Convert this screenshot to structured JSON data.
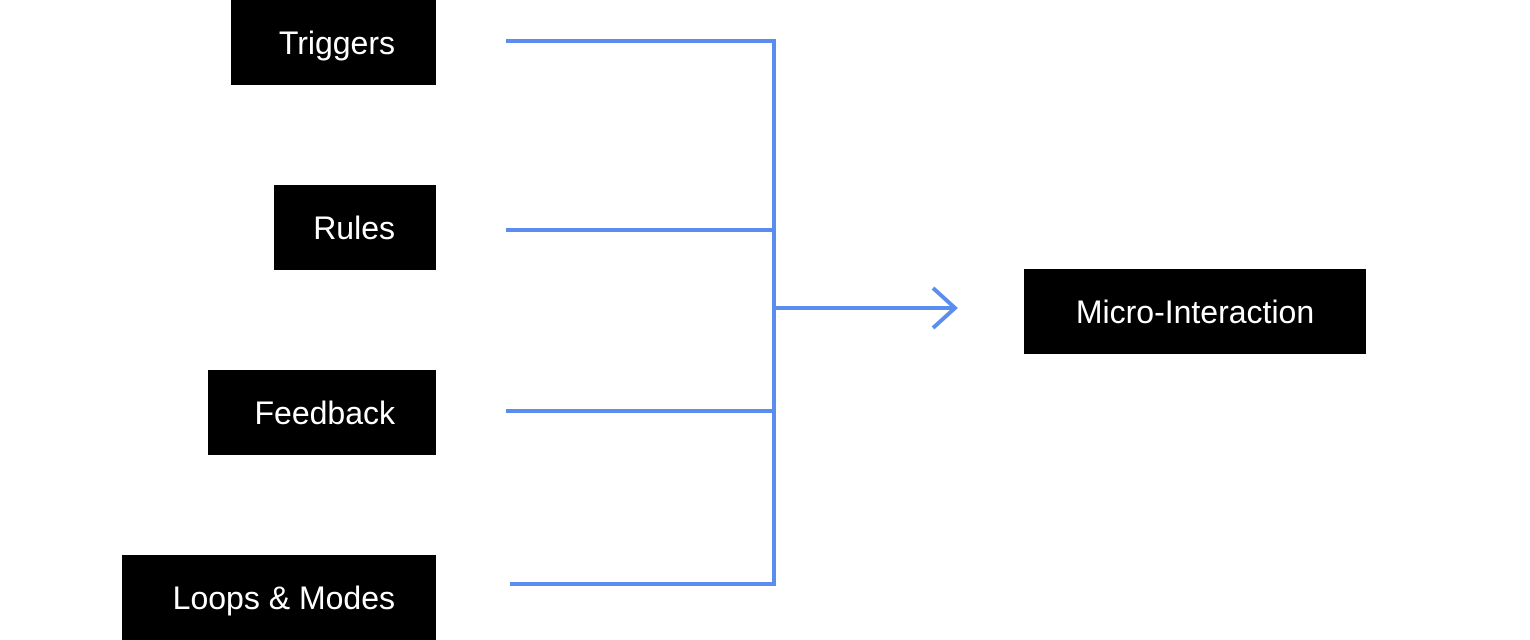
{
  "diagram": {
    "inputs": [
      {
        "id": "triggers",
        "label": "Triggers"
      },
      {
        "id": "rules",
        "label": "Rules"
      },
      {
        "id": "feedback",
        "label": "Feedback"
      },
      {
        "id": "loops",
        "label": "Loops & Modes"
      }
    ],
    "output": {
      "label": "Micro-Interaction"
    },
    "colors": {
      "box_background": "#000000",
      "box_text": "#ffffff",
      "connector": "#5b8def",
      "page_background": "#ffffff"
    }
  }
}
